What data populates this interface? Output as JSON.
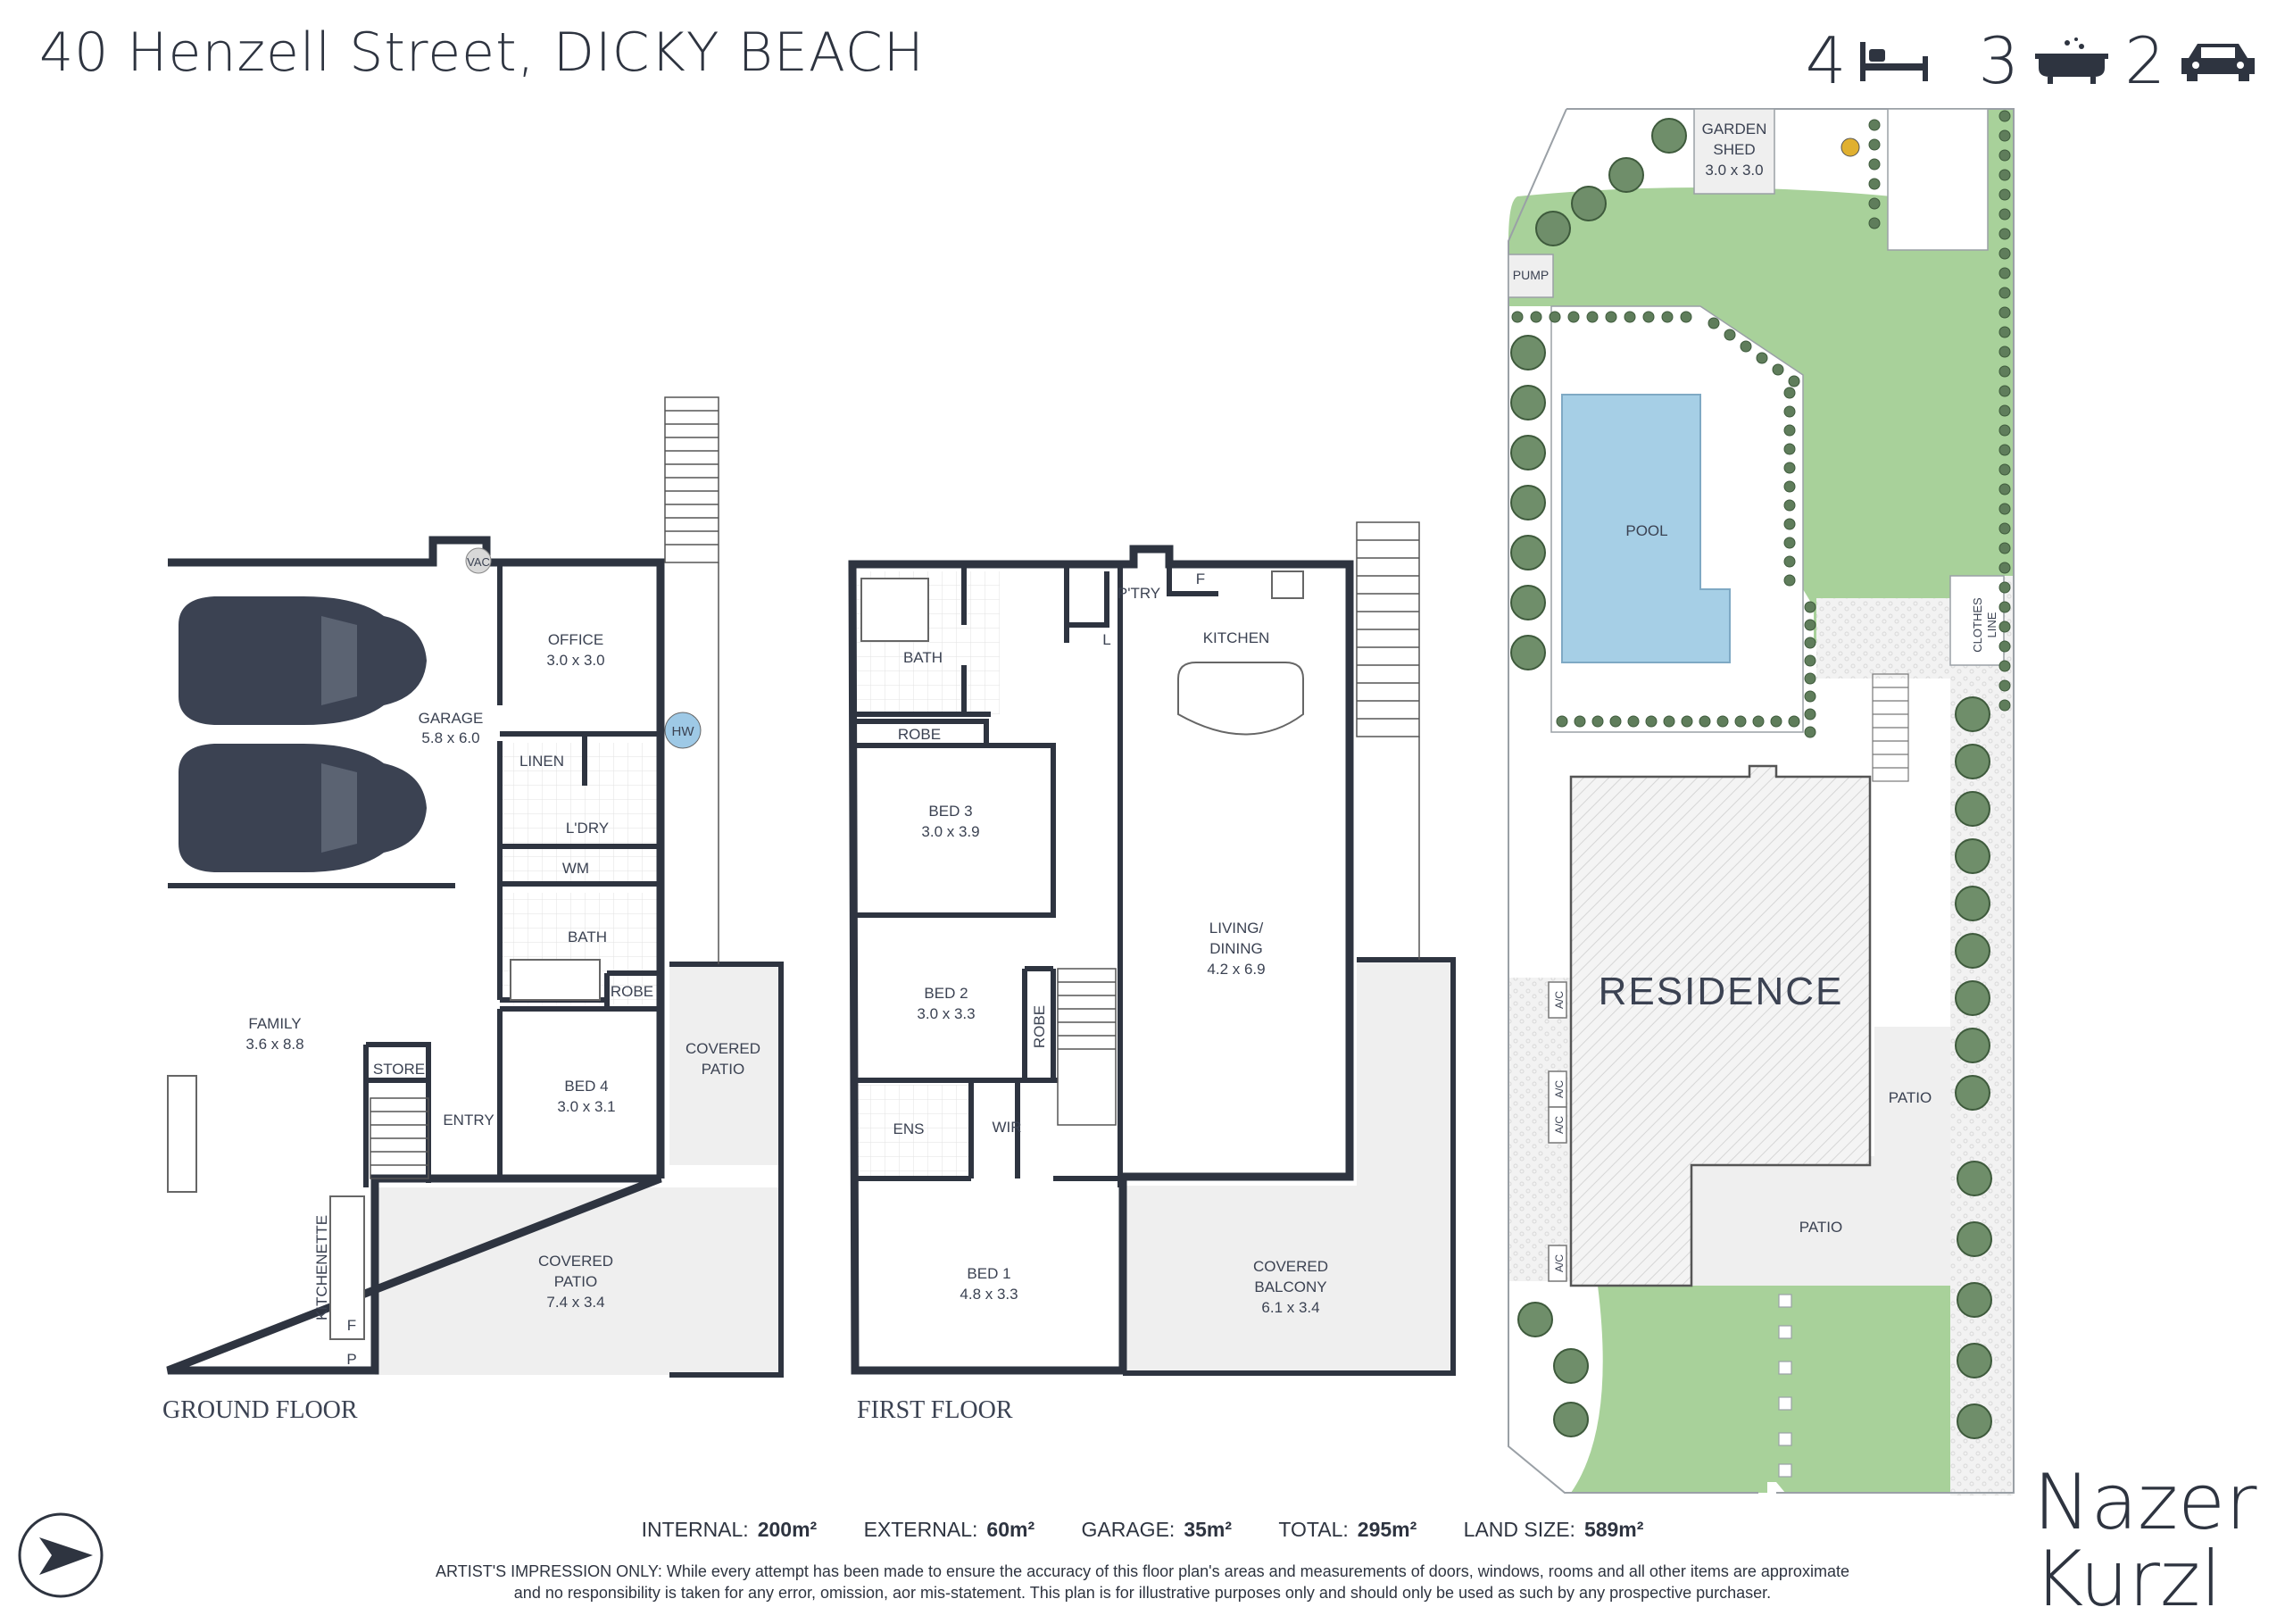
{
  "header": {
    "address": "40 Henzell Street, DICKY BEACH",
    "bedrooms": "4",
    "bathrooms": "3",
    "car_spaces": "2"
  },
  "floors": {
    "ground": "GROUND FLOOR",
    "first": "FIRST FLOOR"
  },
  "rooms": {
    "garage": "GARAGE",
    "garage_size": "5.8 x 6.0",
    "vac": "VAC",
    "office": "OFFICE",
    "office_size": "3.0 x 3.0",
    "hw": "HW",
    "linen": "LINEN",
    "laundry": "L'DRY",
    "wm": "WM",
    "bath_g": "BATH",
    "robe_g": "ROBE",
    "family": "FAMILY",
    "family_size": "3.6 x 8.8",
    "store": "STORE",
    "entry": "ENTRY",
    "bed4": "BED 4",
    "bed4_size": "3.0 x 3.1",
    "covered_patio_small": "COVERED",
    "covered_patio_small2": "PATIO",
    "covered_patio": "COVERED",
    "covered_patio2": "PATIO",
    "covered_patio_size": "7.4 x 3.4",
    "kitchenette": "KITCHENETTE",
    "f_g": "F",
    "p_g": "P",
    "bath_f": "BATH",
    "robe_f": "ROBE",
    "bed3": "BED 3",
    "bed3_size": "3.0 x 3.9",
    "bed2": "BED 2",
    "bed2_size": "3.0 x 3.3",
    "robe_f2": "ROBE",
    "ens": "ENS",
    "wir": "WIR",
    "bed1": "BED 1",
    "bed1_size": "4.8 x 3.3",
    "ptry": "P'TRY",
    "f_f": "F",
    "l_f": "L",
    "kitchen": "KITCHEN",
    "living": "LIVING/",
    "dining": "DINING",
    "living_size": "4.2 x 6.9",
    "balcony": "COVERED",
    "balcony2": "BALCONY",
    "balcony_size": "6.1 x 3.4"
  },
  "site": {
    "garden_shed": "GARDEN",
    "garden_shed2": "SHED",
    "garden_shed_size": "3.0 x 3.0",
    "pump": "PUMP",
    "pool": "POOL",
    "clothes": "CLOTHES",
    "clothes2": "LINE",
    "residence": "RESIDENCE",
    "patio_side": "PATIO",
    "patio_rear": "PATIO",
    "ac": "A/C"
  },
  "areas": {
    "internal_label": "INTERNAL:",
    "internal": "200m²",
    "external_label": "EXTERNAL:",
    "external": "60m²",
    "garage_label": "GARAGE:",
    "garage": "35m²",
    "total_label": "TOTAL:",
    "total": "295m²",
    "land_label": "LAND SIZE:",
    "land": "589m²"
  },
  "disclaimer": {
    "line1": "ARTIST'S IMPRESSION ONLY: While every attempt has been made to ensure the accuracy of this floor plan's areas and measurements of doors, windows, rooms and all other items are approximate",
    "line2": "and no responsibility is taken for any error, omission, aor mis-statement. This plan is for illustrative purposes only and should only be used as such by any prospective purchaser."
  },
  "brand": {
    "line1": "Nazer",
    "line2": "Kurzl"
  },
  "colors": {
    "wall": "#2e3440",
    "lawn": "#a8d19a",
    "pool": "#a6cfe6",
    "paving": "#efefef",
    "hw": "#9ec9e6"
  }
}
